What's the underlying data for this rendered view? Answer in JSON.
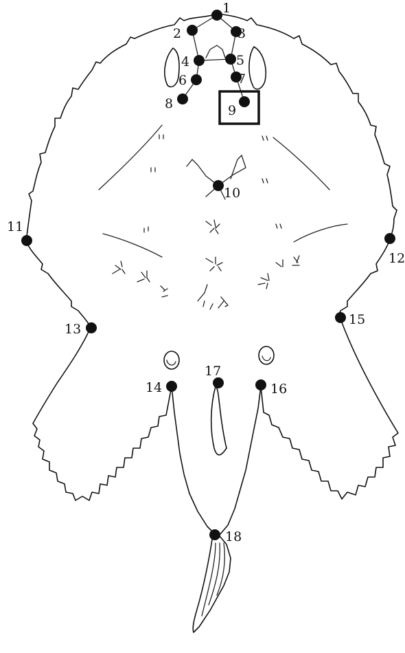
{
  "landmarks": [
    {
      "id": 1,
      "label": "1"
    },
    {
      "id": 2,
      "label": "2"
    },
    {
      "id": 3,
      "label": "3"
    },
    {
      "id": 4,
      "label": "4"
    },
    {
      "id": 5,
      "label": "5"
    },
    {
      "id": 6,
      "label": "6"
    },
    {
      "id": 7,
      "label": "7"
    },
    {
      "id": 8,
      "label": "8"
    },
    {
      "id": 9,
      "label": "9"
    },
    {
      "id": 10,
      "label": "10"
    },
    {
      "id": 11,
      "label": "11"
    },
    {
      "id": 12,
      "label": "12"
    },
    {
      "id": 13,
      "label": "13"
    },
    {
      "id": 14,
      "label": "14"
    },
    {
      "id": 15,
      "label": "15"
    },
    {
      "id": 16,
      "label": "16"
    },
    {
      "id": 17,
      "label": "17"
    },
    {
      "id": 18,
      "label": "18"
    }
  ],
  "highlighted_landmark": "9",
  "colors": {
    "ink": "#111111",
    "background": "#ffffff"
  }
}
